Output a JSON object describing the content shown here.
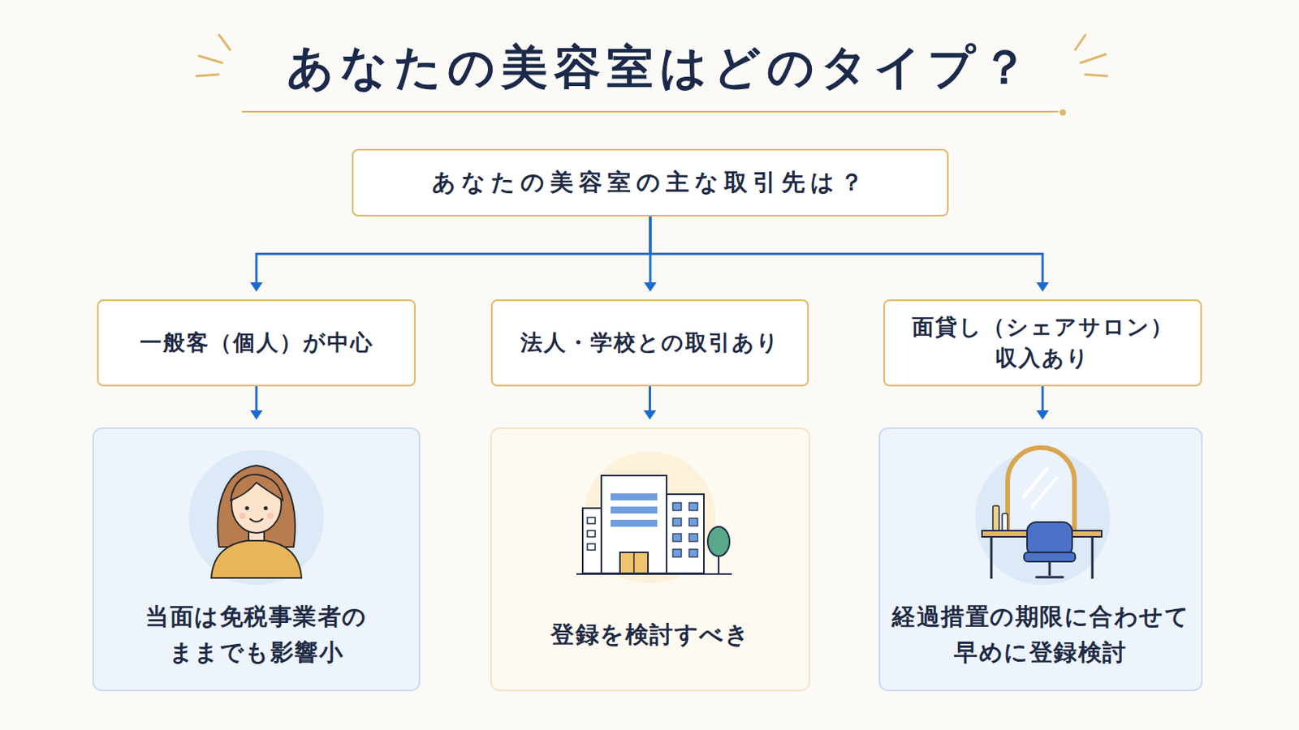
{
  "diagram": {
    "title": "あなたの美容室はどのタイプ？",
    "nodes": [
      {
        "text": [
          "あなたの美容室の主な取引先は？"
        ]
      },
      {
        "text": [
          "一般客（個人）が中心"
        ]
      },
      {
        "text": [
          "法人・学校との取引あり"
        ]
      },
      {
        "text": [
          "面貸し（シェアサロン） 収入あり"
        ]
      },
      {
        "text": [
          "当面は免税事業者の ままでも影響小"
        ]
      },
      {
        "text": [
          "登録を検討すべき"
        ]
      },
      {
        "text": [
          "経過措置の期限に合わせて 早めに登録検討"
        ]
      }
    ],
    "edges": [
      {
        "from": 0,
        "to": 1,
        "arrow": "to"
      },
      {
        "from": 0,
        "to": 2,
        "arrow": "to"
      },
      {
        "from": 0,
        "to": 3,
        "arrow": "to"
      },
      {
        "from": 1,
        "to": 4,
        "arrow": "to"
      },
      {
        "from": 2,
        "to": 5,
        "arrow": "to"
      },
      {
        "from": 3,
        "to": 6,
        "arrow": "to"
      }
    ]
  }
}
